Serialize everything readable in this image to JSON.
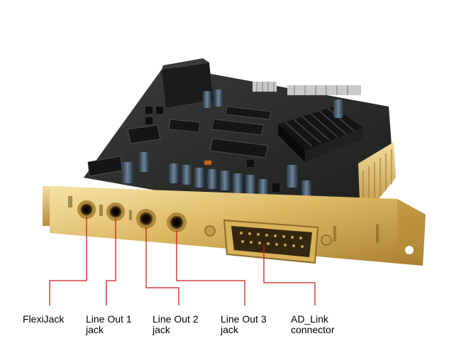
{
  "callouts": [
    {
      "line1": "FlexiJack",
      "line2": ""
    },
    {
      "line1": "Line Out 1",
      "line2": "jack"
    },
    {
      "line1": "Line Out 2",
      "line2": "jack"
    },
    {
      "line1": "Line Out 3",
      "line2": "jack"
    },
    {
      "line1": "AD_Link",
      "line2": "connector"
    }
  ],
  "colors": {
    "leader_line": "#d21c1c",
    "bracket_gold": "#d9b25c",
    "pcb": "#2a2c2a"
  }
}
